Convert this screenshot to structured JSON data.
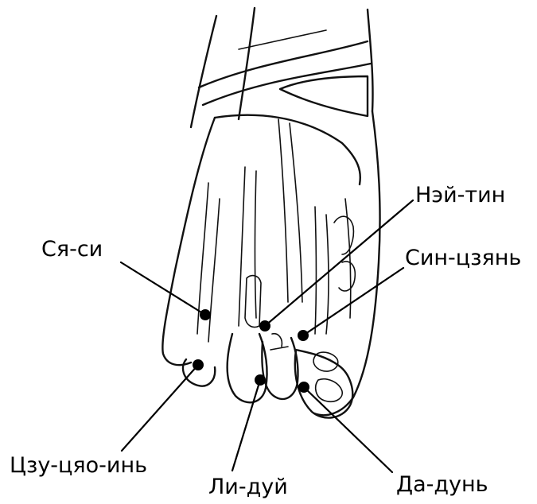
{
  "colors": {
    "background": "#ffffff",
    "ink": "#000000"
  },
  "points": [
    {
      "id": "sya-si",
      "label": "Ся-си"
    },
    {
      "id": "nei-tin",
      "label": "Нэй-тин"
    },
    {
      "id": "sin-tszyan",
      "label": "Син-цзянь"
    },
    {
      "id": "tszu-tsyao-in",
      "label": "Цзу-цяо-инь"
    },
    {
      "id": "li-dui",
      "label": "Ли-дуй"
    },
    {
      "id": "da-dun",
      "label": "Да-дунь"
    }
  ]
}
